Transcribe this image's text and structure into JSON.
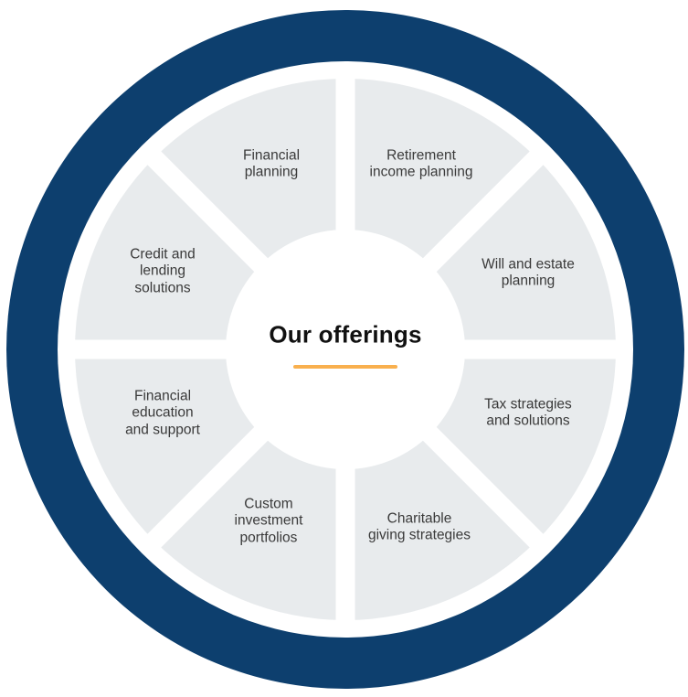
{
  "title": {
    "text": "Our offerings"
  },
  "colors": {
    "navy": "#0d3f6e",
    "segment_gray": "#e8ebed",
    "orange": "#f9b04e",
    "label_text": "#3a3a3a",
    "title_text": "#111111"
  },
  "segments": [
    {
      "id": "financial-planning",
      "lines": [
        "Financial",
        "planning"
      ]
    },
    {
      "id": "retirement-income-planning",
      "lines": [
        "Retirement",
        "income planning"
      ]
    },
    {
      "id": "will-and-estate-planning",
      "lines": [
        "Will and estate",
        "planning"
      ]
    },
    {
      "id": "tax-strategies-and-solutions",
      "lines": [
        "Tax strategies",
        "and solutions"
      ]
    },
    {
      "id": "charitable-giving-strategies",
      "lines": [
        "Charitable",
        "giving strategies"
      ]
    },
    {
      "id": "custom-investment-portfolios",
      "lines": [
        "Custom",
        "investment",
        "portfolios"
      ]
    },
    {
      "id": "financial-education-and-support",
      "lines": [
        "Financial",
        "education",
        "and support"
      ]
    },
    {
      "id": "credit-and-lending-solutions",
      "lines": [
        "Credit and",
        "lending",
        "solutions"
      ]
    }
  ]
}
